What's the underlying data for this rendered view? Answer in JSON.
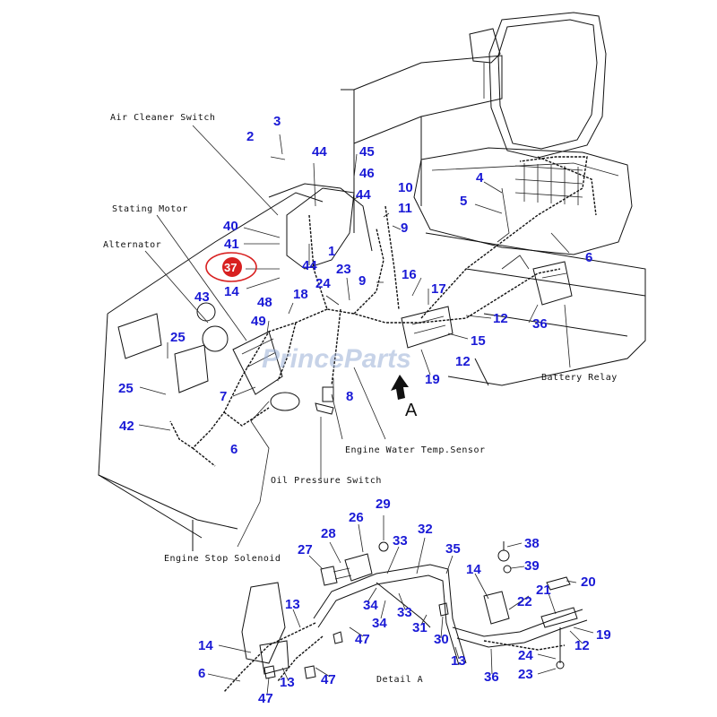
{
  "labels": {
    "air_cleaner_switch": "Air Cleaner Switch",
    "starting_motor": "Stating Motor",
    "alternator": "Alternator",
    "battery_relay": "Battery Relay",
    "engine_water_temp_sensor": "Engine Water Temp.Sensor",
    "oil_pressure_switch": "Oil Pressure Switch",
    "engine_stop_solenoid": "Engine Stop Solenoid",
    "detail_a": "Detail A",
    "view_a": "A"
  },
  "watermark": "PrinceParts",
  "highlight": {
    "number": "37",
    "color": "#d82020"
  },
  "colors": {
    "callout": "#1a1ad6",
    "line": "#111111"
  },
  "callouts": [
    {
      "id": "c1",
      "n": "3"
    },
    {
      "id": "c2",
      "n": "2"
    },
    {
      "id": "c3",
      "n": "44"
    },
    {
      "id": "c4",
      "n": "45"
    },
    {
      "id": "c5",
      "n": "46"
    },
    {
      "id": "c6",
      "n": "44"
    },
    {
      "id": "c7",
      "n": "10"
    },
    {
      "id": "c8",
      "n": "11"
    },
    {
      "id": "c9",
      "n": "9"
    },
    {
      "id": "c10",
      "n": "4"
    },
    {
      "id": "c11",
      "n": "5"
    },
    {
      "id": "c12",
      "n": "6"
    },
    {
      "id": "c13",
      "n": "40"
    },
    {
      "id": "c14",
      "n": "41"
    },
    {
      "id": "c15",
      "n": "1"
    },
    {
      "id": "c16",
      "n": "44"
    },
    {
      "id": "c17",
      "n": "23"
    },
    {
      "id": "c18",
      "n": "14"
    },
    {
      "id": "c19",
      "n": "48"
    },
    {
      "id": "c20",
      "n": "18"
    },
    {
      "id": "c21",
      "n": "24"
    },
    {
      "id": "c22",
      "n": "9"
    },
    {
      "id": "c23",
      "n": "16"
    },
    {
      "id": "c24",
      "n": "17"
    },
    {
      "id": "c25",
      "n": "43"
    },
    {
      "id": "c26",
      "n": "49"
    },
    {
      "id": "c27",
      "n": "25"
    },
    {
      "id": "c28",
      "n": "12"
    },
    {
      "id": "c29",
      "n": "36"
    },
    {
      "id": "c30",
      "n": "15"
    },
    {
      "id": "c31",
      "n": "12"
    },
    {
      "id": "c32",
      "n": "19"
    },
    {
      "id": "c33",
      "n": "25"
    },
    {
      "id": "c34",
      "n": "7"
    },
    {
      "id": "c35",
      "n": "8"
    },
    {
      "id": "c36",
      "n": "42"
    },
    {
      "id": "c37",
      "n": "6"
    },
    {
      "id": "d1",
      "n": "29"
    },
    {
      "id": "d2",
      "n": "26"
    },
    {
      "id": "d3",
      "n": "32"
    },
    {
      "id": "d4",
      "n": "28"
    },
    {
      "id": "d5",
      "n": "33"
    },
    {
      "id": "d6",
      "n": "27"
    },
    {
      "id": "d7",
      "n": "35"
    },
    {
      "id": "d8",
      "n": "38"
    },
    {
      "id": "d9",
      "n": "39"
    },
    {
      "id": "d10",
      "n": "14"
    },
    {
      "id": "d11",
      "n": "20"
    },
    {
      "id": "d12",
      "n": "22"
    },
    {
      "id": "d13",
      "n": "21"
    },
    {
      "id": "d14",
      "n": "13"
    },
    {
      "id": "d15",
      "n": "34"
    },
    {
      "id": "d16",
      "n": "34"
    },
    {
      "id": "d17",
      "n": "33"
    },
    {
      "id": "d18",
      "n": "31"
    },
    {
      "id": "d19",
      "n": "47"
    },
    {
      "id": "d20",
      "n": "14"
    },
    {
      "id": "d21",
      "n": "30"
    },
    {
      "id": "d22",
      "n": "19"
    },
    {
      "id": "d23",
      "n": "12"
    },
    {
      "id": "d24",
      "n": "13"
    },
    {
      "id": "d25",
      "n": "6"
    },
    {
      "id": "d26",
      "n": "47"
    },
    {
      "id": "d27",
      "n": "24"
    },
    {
      "id": "d28",
      "n": "36"
    },
    {
      "id": "d29",
      "n": "23"
    },
    {
      "id": "d30",
      "n": "47"
    },
    {
      "id": "d31",
      "n": "13"
    }
  ]
}
